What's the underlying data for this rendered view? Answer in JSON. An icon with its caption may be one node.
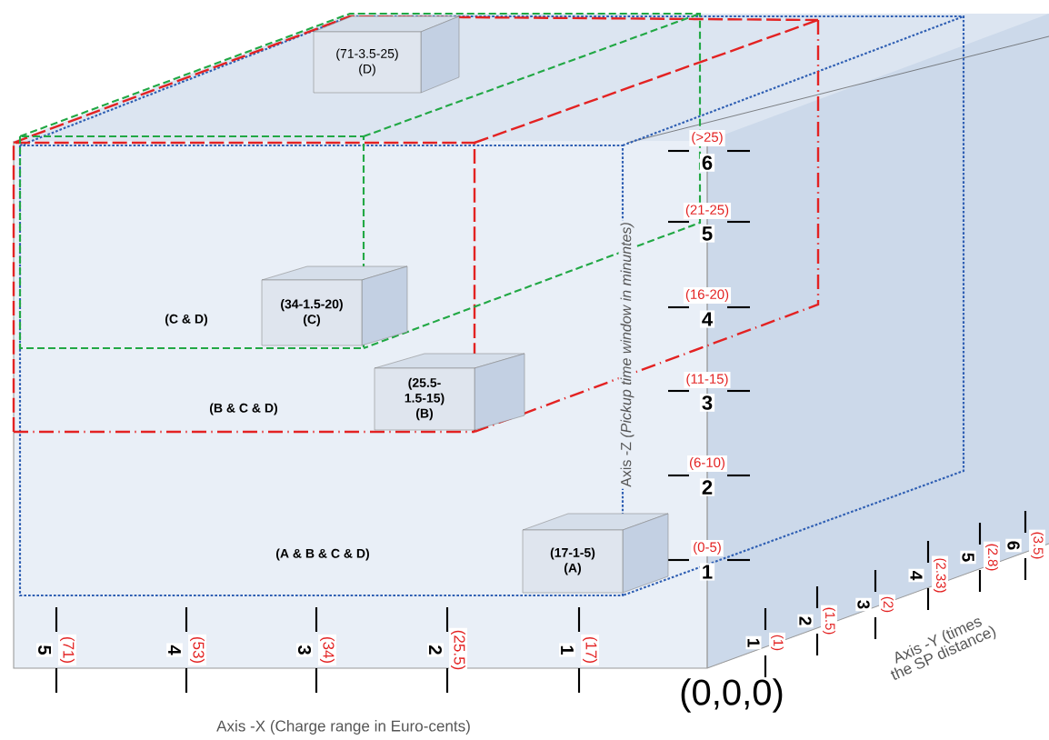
{
  "diagram": {
    "nodes": [
      {
        "text": [
          "(71-3.5-25)",
          "(D)"
        ]
      },
      {
        "text": [
          "(34-1.5-20)",
          "(C)"
        ]
      },
      {
        "text": [
          "(25.5-1.5-15)",
          "(B)"
        ]
      },
      {
        "text": [
          "(17-1-5)",
          "(A)"
        ]
      }
    ],
    "labels": [
      "(C & D)",
      "(B & C & D)",
      "(A & B & C & D)",
      "Axis -Z *(Pickup time window in minuntes)*",
      "(>25)",
      "6",
      "(21-25)",
      "5",
      "(16-20)",
      "4",
      "(11-15)",
      "3",
      "(6-10)",
      "2",
      "(0-5)",
      "1",
      "5",
      "(71)",
      "4",
      "(53)",
      "3",
      "(34)",
      "2",
      "(25.5)",
      "1",
      "(17)",
      "Axis -X (Charge range in Euro-cents)",
      "1",
      "(1)",
      "2",
      "(1.5)",
      "3",
      "(2)",
      "4",
      "(2.33)",
      "5",
      "(2.8)",
      "6",
      "(3.5)",
      "Axis -Y (times the SP distance)",
      "(0,0,0)"
    ]
  }
}
